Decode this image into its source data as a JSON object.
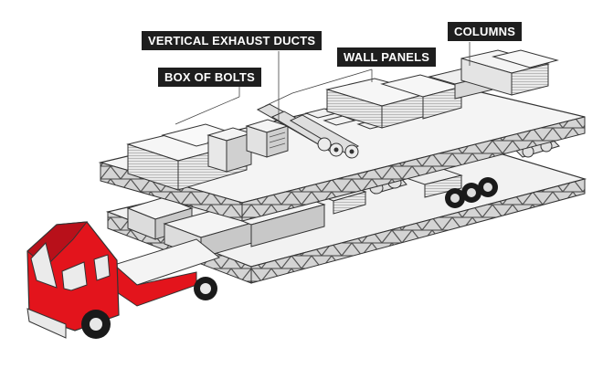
{
  "diagram": {
    "subject": "flatbed truck carrying two stacked prefabricated modular platforms loaded with building components",
    "callouts": [
      {
        "id": "ducts",
        "label": "VERTICAL EXHAUST DUCTS"
      },
      {
        "id": "bolts",
        "label": "BOX OF BOLTS"
      },
      {
        "id": "walls",
        "label": "WALL PANELS"
      },
      {
        "id": "columns",
        "label": "COLUMNS"
      }
    ],
    "colors": {
      "truck_red": "#e3141c",
      "truck_dark_red": "#b8101a",
      "platform_gray": "#e6e6e6",
      "truss_gray": "#cfcfcf",
      "outline": "#333333",
      "label_bg": "#1e1e1e",
      "label_text": "#ffffff"
    }
  }
}
